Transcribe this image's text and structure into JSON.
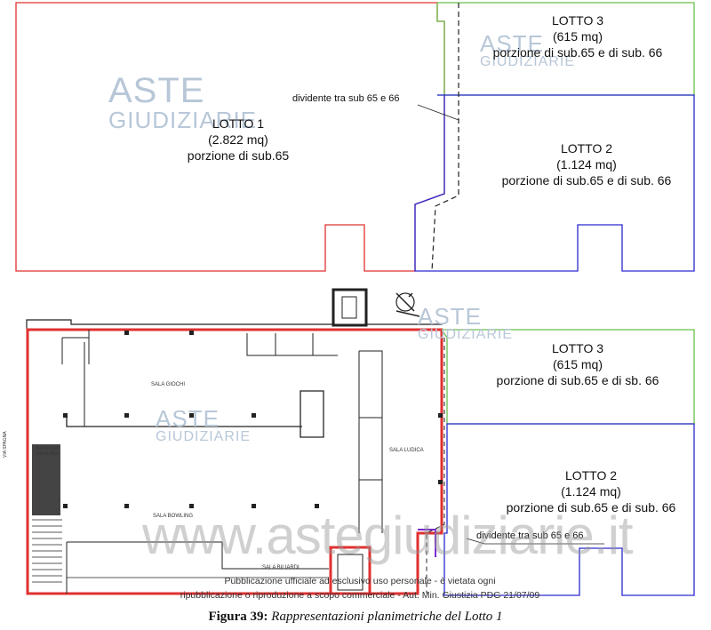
{
  "watermark": {
    "aste": "ASTE",
    "giudiziarie": "GIUDIZIARIE",
    "site": "www.astegiudiziarie.it"
  },
  "top_plan": {
    "lotto1": {
      "name": "LOTTO 1",
      "area": "(2.822 mq)",
      "desc": "porzione di sub.65"
    },
    "lotto2": {
      "name": "LOTTO 2",
      "area": "(1.124 mq)",
      "desc": "porzione di sub.65 e di sub. 66"
    },
    "lotto3": {
      "name": "LOTTO 3",
      "area": "(615 mq)",
      "desc": "porzione di sub.65 e di sub. 66"
    },
    "divider_label": "dividente tra sub 65 e 66"
  },
  "bottom_plan": {
    "lotto2": {
      "name": "LOTTO 2",
      "area": "(1.124 mq)",
      "desc": "porzione di sub.65 e di sub. 66"
    },
    "lotto3": {
      "name": "LOTTO 3",
      "area": "(615 mq)",
      "desc": "porzione di sub.65 e di sb. 66"
    },
    "divider_label": "dividente tra sub 65 e 66",
    "rooms": {
      "sala_giochi": "SALA GIOCHI",
      "sala_bowling": "SALA BOWLING",
      "sala_ludica": "SALA LUDICA",
      "sala_biliardi": "SALA BILIARDI",
      "ingresso": "INGRESSO BOWLING",
      "via": "VIA SPAGNA"
    }
  },
  "publication_notice": {
    "line1": "Pubblicazione ufficiale ad esclusivo uso personale - è vietata ogni",
    "line2": "ripubblicazione o riproduzione a scopo commerciale - Aut. Min. Giustizia PDG 21/07/09"
  },
  "caption": {
    "label": "Figura 39:",
    "text": "Rappresentazioni planimetriche del Lotto 1"
  },
  "colors": {
    "lotto1": "#e03030",
    "lotto2": "#2a2ad0",
    "lotto3": "#6abf4b",
    "watermark": "#b8c7d8"
  }
}
